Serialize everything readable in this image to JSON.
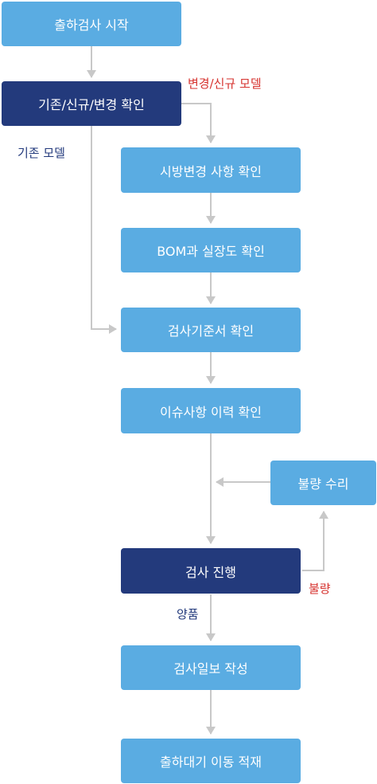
{
  "colors": {
    "light_box": "#5aace2",
    "dark_box": "#233a7c",
    "arrow": "#c8c8c8",
    "red_label": "#d6322e",
    "navy_label": "#233a7c"
  },
  "steps": {
    "start": "출하검사 시작",
    "check_type": "기존/신규/변경 확인",
    "spec_change": "시방변경 사항 확인",
    "bom_check": "BOM과 실장도 확인",
    "criteria": "검사기준서 확인",
    "issue_history": "이슈사항 이력 확인",
    "repair": "불량 수리",
    "inspection": "검사 진행",
    "report": "검사일보 작성",
    "stage": "출하대기 이동 적재"
  },
  "labels": {
    "changed_new": "변경/신규 모델",
    "existing": "기존 모델",
    "defect": "불량",
    "pass": "양품"
  }
}
